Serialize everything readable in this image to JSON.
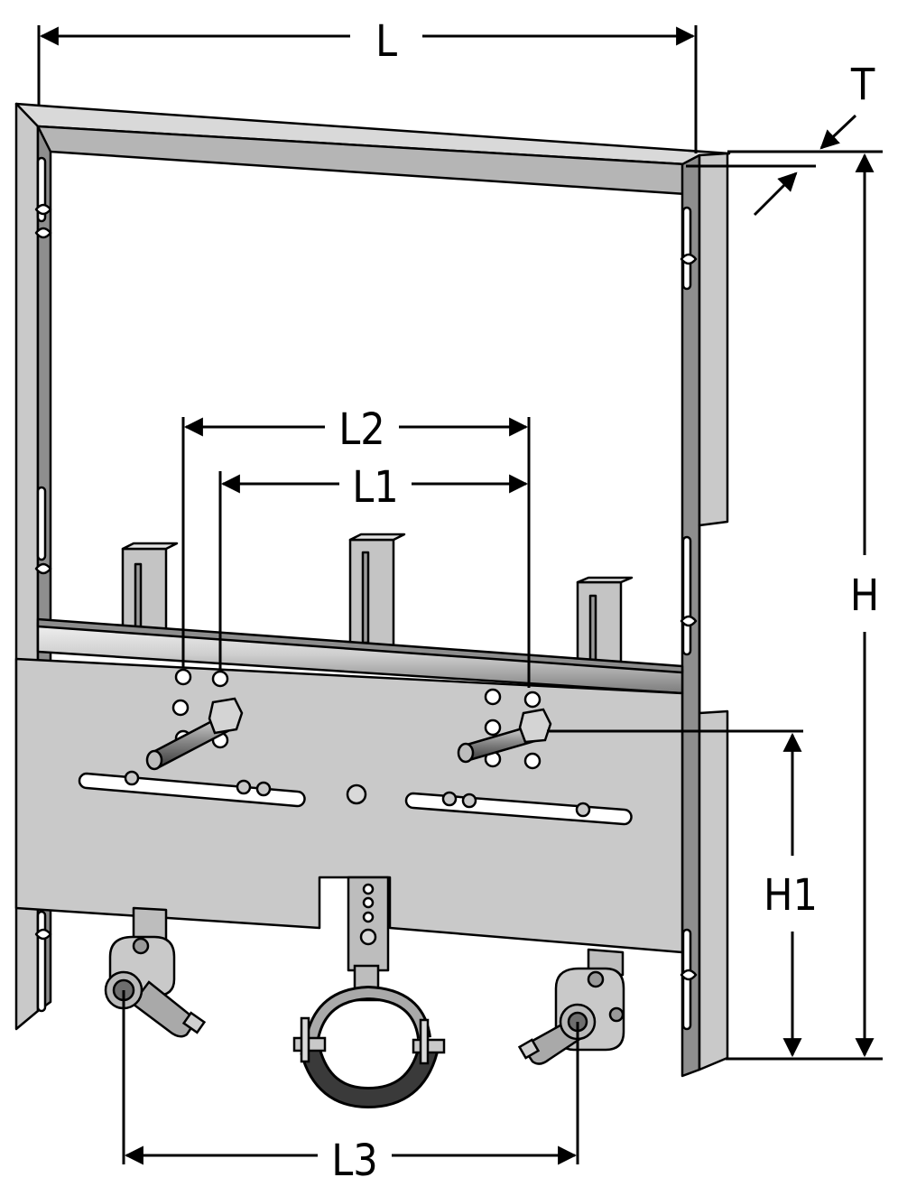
{
  "colors": {
    "frame_face": "#c6c6c6",
    "frame_shade": "#9a9a9a",
    "frame_dark": "#6e6e6e",
    "outline": "#000000",
    "dimension_line": "#000000",
    "background": "#ffffff"
  },
  "dimensions": {
    "L": "L",
    "L1": "L1",
    "L2": "L2",
    "L3": "L3",
    "H": "H",
    "H1": "H1",
    "T": "T"
  },
  "icons": [
    "bracket-frame",
    "threaded-rod",
    "wall-elbow",
    "pipe-clamp"
  ]
}
